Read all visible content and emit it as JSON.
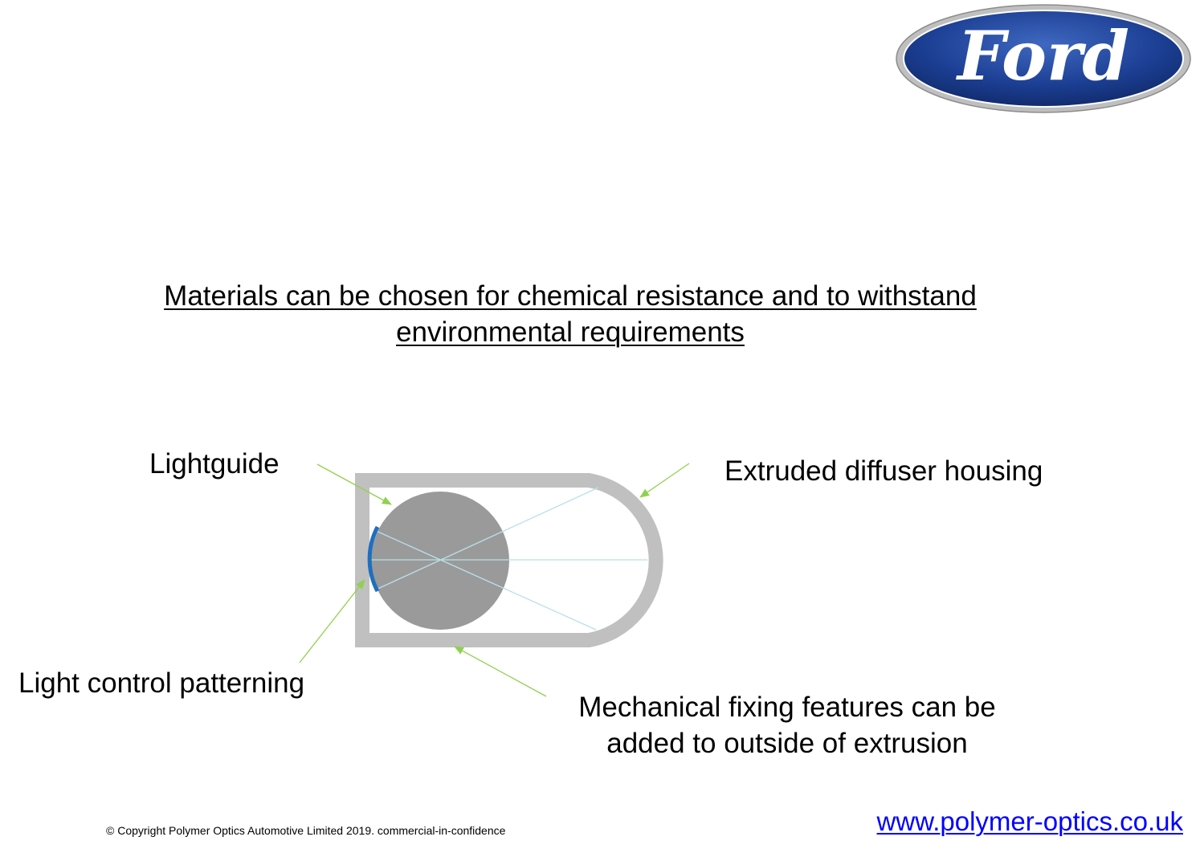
{
  "logo": {
    "icon": "ford-oval-logo",
    "text": "Ford",
    "colors": {
      "oval": "#1c3f94",
      "rim": "#c0c0c0",
      "lettering": "#ffffff"
    }
  },
  "heading": {
    "line1": "Materials can be chosen for chemical resistance  and to withstand",
    "line2": "environmental requirements"
  },
  "labels": {
    "lightguide": "Lightguide",
    "housing": "Extruded diffuser housing",
    "patterning": "Light control patterning",
    "mechanical_line1": "Mechanical fixing features can be",
    "mechanical_line2": "added  to outside of extrusion"
  },
  "footer": {
    "copyright": "© Copyright Polymer Optics Automotive Limited 2019.  commercial-in-confidence",
    "website": "www.polymer-optics.co.uk"
  },
  "colors": {
    "housing": "#c0c0c0",
    "lightguide": "#9a9a9a",
    "patterning": "#1f6fbf",
    "rays": "#b9e0e8",
    "arrows": "#92d050",
    "link": "#0000ff"
  }
}
